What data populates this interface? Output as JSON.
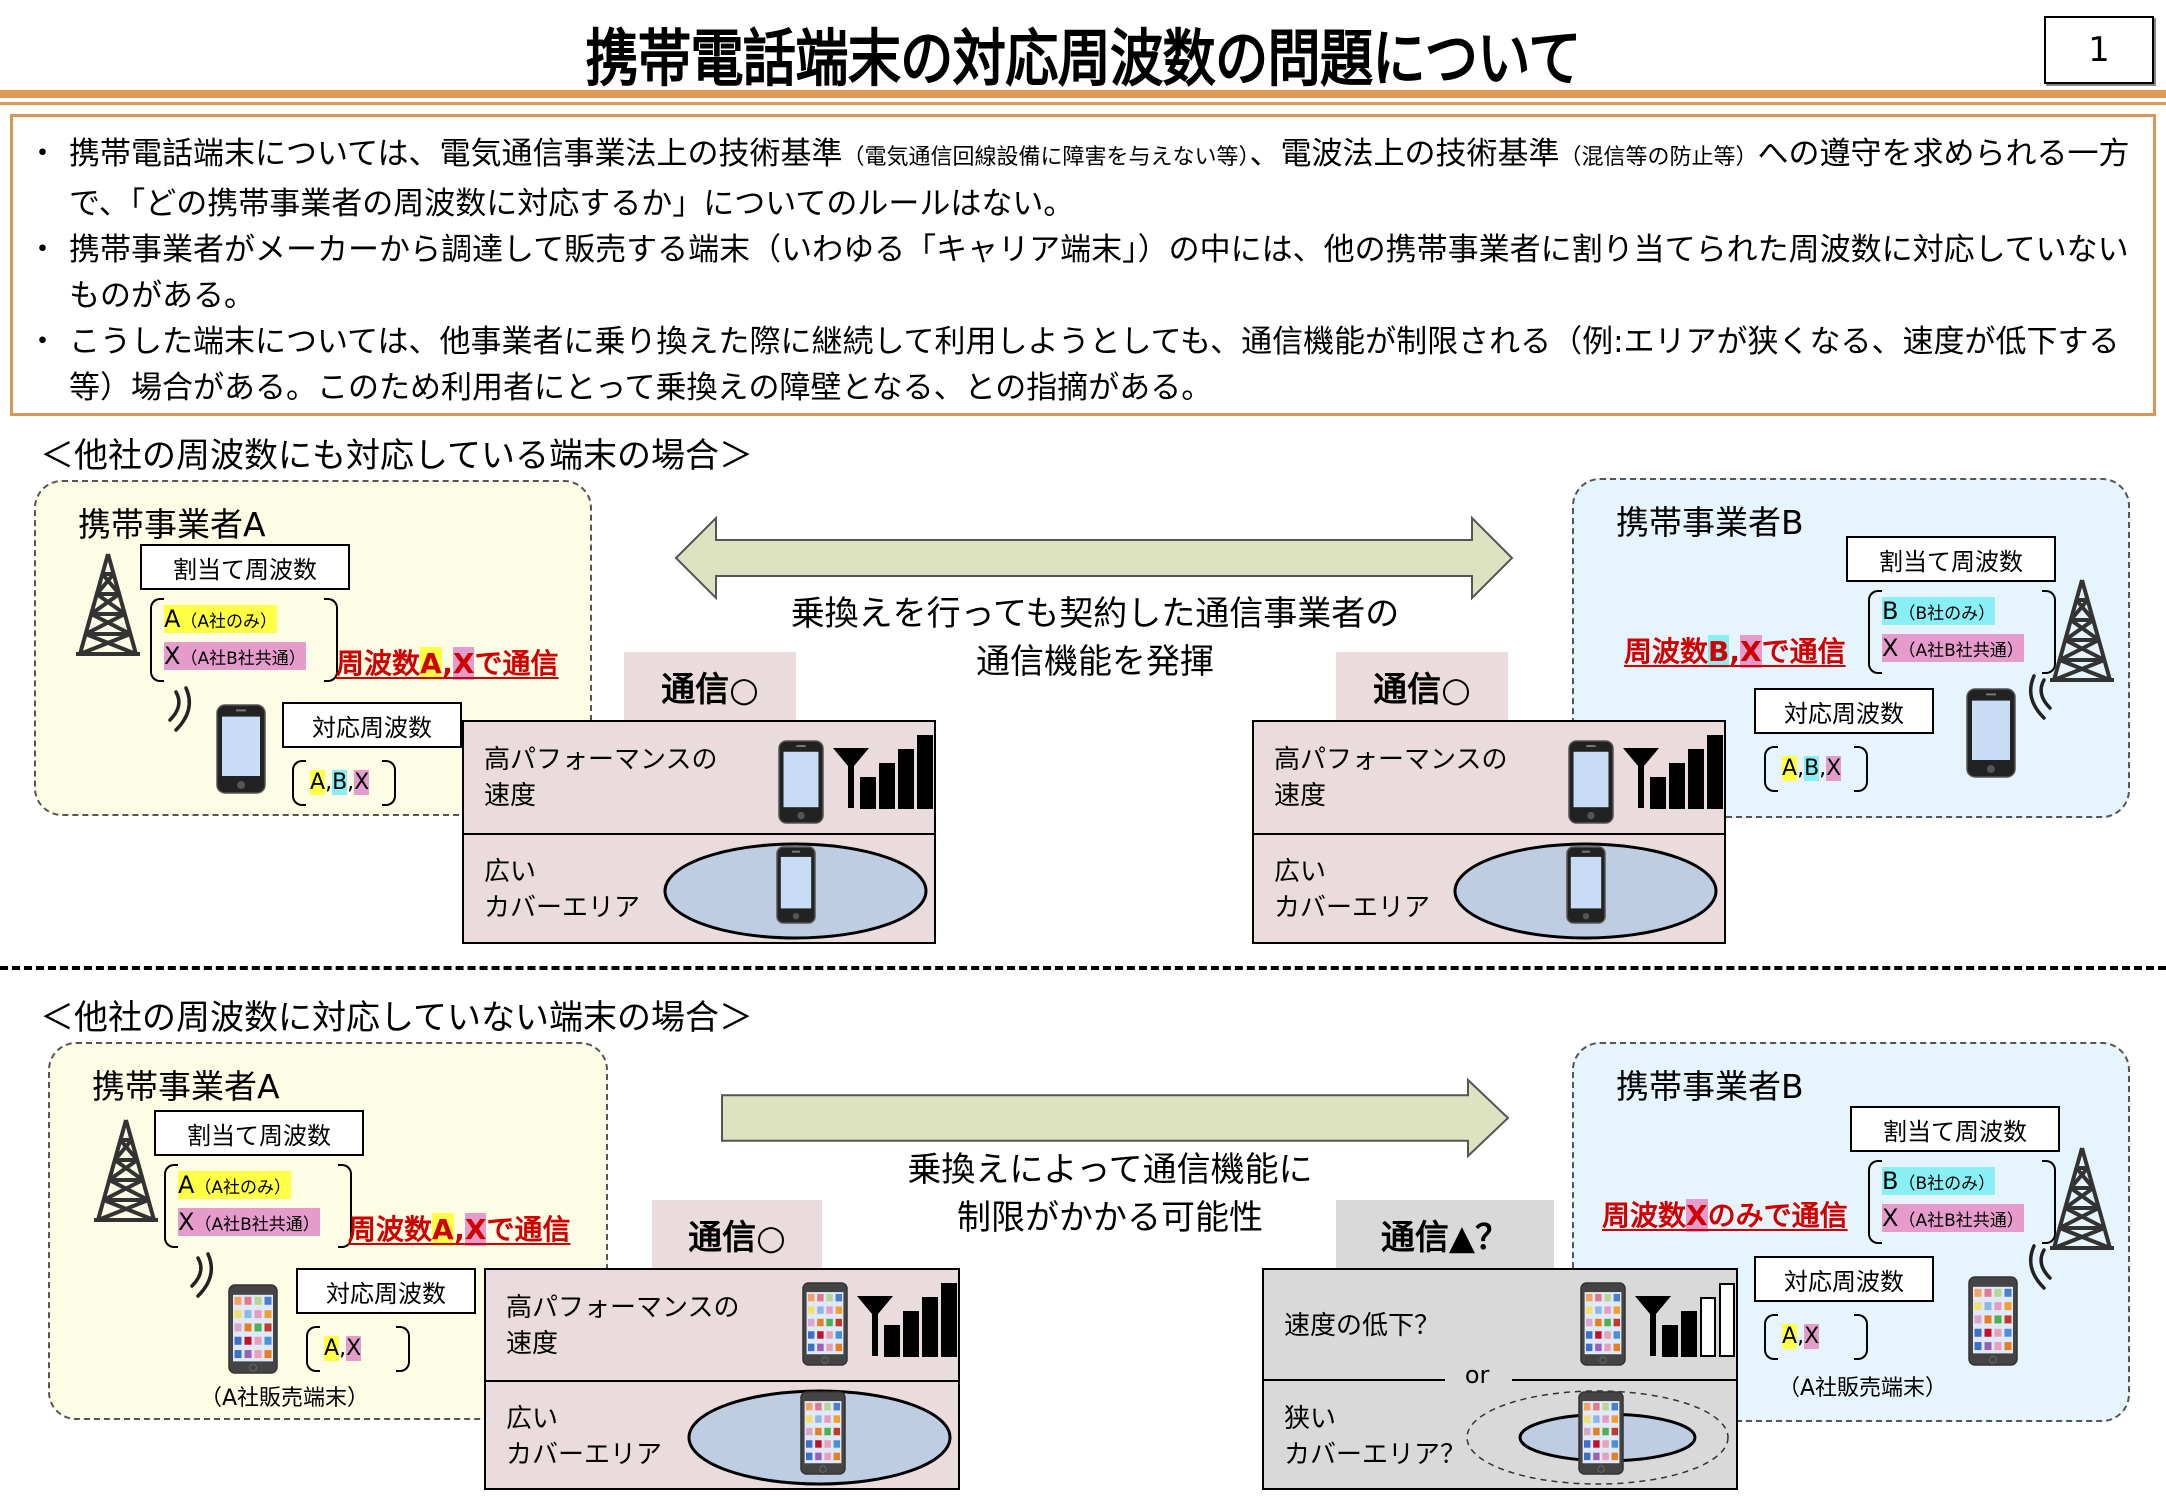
{
  "header": {
    "title": "携帯電話端末の対応周波数の問題について",
    "page_number": "1"
  },
  "summary": {
    "bullets": [
      {
        "parts": [
          {
            "text": "携帯電話端末については、電気通信事業法上の技術基準",
            "small": false
          },
          {
            "text": "（電気通信回線設備に障害を与えない等）",
            "small": true
          },
          {
            "text": "、電波法上の技術基準",
            "small": false
          },
          {
            "text": "（混信等の防止等）",
            "small": true
          },
          {
            "text": "への遵守を求められる一方で、「どの携帯事業者の周波数に対応するか」についてのルールはない。",
            "small": false
          }
        ]
      },
      {
        "parts": [
          {
            "text": "携帯事業者がメーカーから調達して販売する端末（いわゆる「キャリア端末」）の中には、他の携帯事業者に割り当てられた周波数に対応していないものがある。",
            "small": false
          }
        ]
      },
      {
        "parts": [
          {
            "text": "こうした端末については、他事業者に乗り換えた際に継続して利用しようとしても、通信機能が制限される（例:エリアが狭くなる、速度が低下する等）場合がある。このため利用者にとって乗換えの障壁となる、との指摘がある。",
            "small": false
          }
        ]
      }
    ]
  },
  "colors": {
    "accent_orange": "#e09a55",
    "carrier_a_bg": "#fdfde6",
    "carrier_b_bg": "#e6f5fd",
    "status_ok_bg": "#eadcdc",
    "status_limited_bg": "#d9d9d9",
    "arrow_fill": "#dde3c0",
    "highlight_a": "#ffff44",
    "highlight_b": "#88f0f4",
    "highlight_x": "#e59ccd",
    "comm_red": "#d00000",
    "coverage_fill": "#bfcde2"
  },
  "section1": {
    "heading": "＜他社の周波数にも対応している端末の場合＞",
    "arrow": {
      "direction": "both"
    },
    "center_text": [
      "乗換えを行っても契約した通信事業者の",
      "通信機能を発揮"
    ],
    "carrier_a": {
      "name": "携帯事業者A",
      "allocated_label": "割当て周波数",
      "allocated": [
        {
          "letter": "A",
          "note": "（A社のみ）",
          "highlight": "a"
        },
        {
          "letter": "X",
          "note": "（A社B社共通）",
          "highlight": "x"
        }
      ],
      "comm_text": {
        "prefix": "周波数",
        "freqs": [
          "A",
          "X"
        ],
        "suffix": "で通信"
      },
      "supported_label": "対応周波数",
      "supported": [
        "A",
        "B",
        "X"
      ]
    },
    "carrier_b": {
      "name": "携帯事業者B",
      "allocated_label": "割当て周波数",
      "allocated": [
        {
          "letter": "B",
          "note": "（B社のみ）",
          "highlight": "b"
        },
        {
          "letter": "X",
          "note": "（A社B社共通）",
          "highlight": "x"
        }
      ],
      "comm_text": {
        "prefix": "周波数",
        "freqs": [
          "B",
          "X"
        ],
        "suffix": "で通信"
      },
      "supported_label": "対応周波数",
      "supported": [
        "A",
        "B",
        "X"
      ]
    },
    "status_left": {
      "tab": "通信○",
      "speed_text": [
        "高パフォーマンスの",
        "速度"
      ],
      "coverage_text": [
        "広い",
        "カバーエリア"
      ],
      "signal_bars_filled": 4,
      "signal_bars_total": 4
    },
    "status_right": {
      "tab": "通信○",
      "speed_text": [
        "高パフォーマンスの",
        "速度"
      ],
      "coverage_text": [
        "広い",
        "カバーエリア"
      ],
      "signal_bars_filled": 4,
      "signal_bars_total": 4
    }
  },
  "section2": {
    "heading": "＜他社の周波数に対応していない端末の場合＞",
    "arrow": {
      "direction": "right"
    },
    "center_text": [
      "乗換えによって通信機能に",
      "制限がかかる可能性"
    ],
    "carrier_a": {
      "name": "携帯事業者A",
      "allocated_label": "割当て周波数",
      "allocated": [
        {
          "letter": "A",
          "note": "（A社のみ）",
          "highlight": "a"
        },
        {
          "letter": "X",
          "note": "（A社B社共通）",
          "highlight": "x"
        }
      ],
      "comm_text": {
        "prefix": "周波数",
        "freqs": [
          "A",
          "X"
        ],
        "suffix": "で通信"
      },
      "supported_label": "対応周波数",
      "supported": [
        "A",
        "X"
      ],
      "device_caption": "（A社販売端末）"
    },
    "carrier_b": {
      "name": "携帯事業者B",
      "allocated_label": "割当て周波数",
      "allocated": [
        {
          "letter": "B",
          "note": "（B社のみ）",
          "highlight": "b"
        },
        {
          "letter": "X",
          "note": "（A社B社共通）",
          "highlight": "x"
        }
      ],
      "comm_text": {
        "prefix": "周波数",
        "freqs": [
          "X"
        ],
        "suffix": "のみで通信"
      },
      "supported_label": "対応周波数",
      "supported": [
        "A",
        "X"
      ],
      "device_caption": "（A社販売端末）"
    },
    "status_left": {
      "tab": "通信○",
      "speed_text": [
        "高パフォーマンスの",
        "速度"
      ],
      "coverage_text": [
        "広い",
        "カバーエリア"
      ],
      "signal_bars_filled": 4,
      "signal_bars_total": 4
    },
    "status_right": {
      "tab": "通信▲？",
      "speed_text": [
        "速度の低下？"
      ],
      "or_text": "or",
      "coverage_text": [
        "狭い",
        "カバーエリア？"
      ],
      "signal_bars_filled": 2,
      "signal_bars_total": 4
    }
  }
}
